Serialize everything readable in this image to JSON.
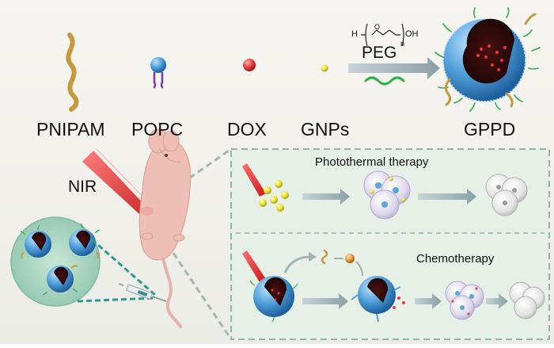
{
  "components": [
    {
      "key": "pnipam",
      "label": "PNIPAM",
      "icon": "pnipam-chain-icon"
    },
    {
      "key": "popc",
      "label": "POPC",
      "icon": "popc-lipid-icon"
    },
    {
      "key": "dox",
      "label": "DOX",
      "icon": "dox-sphere-icon"
    },
    {
      "key": "gnps",
      "label": "GNPs",
      "icon": "gold-nanoparticle-icon"
    }
  ],
  "peg": {
    "label": "PEG",
    "formula": {
      "h": "H",
      "o": "O",
      "n": "n",
      "oh": "OH"
    }
  },
  "product": {
    "label": "GPPD"
  },
  "nir": {
    "label": "NIR"
  },
  "therapies": {
    "photothermal": "Photothermal therapy",
    "chemo": "Chemotherapy"
  },
  "colors": {
    "background_top": "#f5f3ee",
    "panel_fill": "#e6f0e7",
    "panel_border": "#8fb5aa",
    "liposome_blue": "#4f9fd9",
    "pnipam_gold": "#c69a3c",
    "dox_red": "#e23a3a",
    "gnp_yellow": "#e9dd2a",
    "laser_red": "#e02a2a",
    "mouse_pink": "#efbfb5",
    "arrow_gray": "#9fb3b6"
  }
}
